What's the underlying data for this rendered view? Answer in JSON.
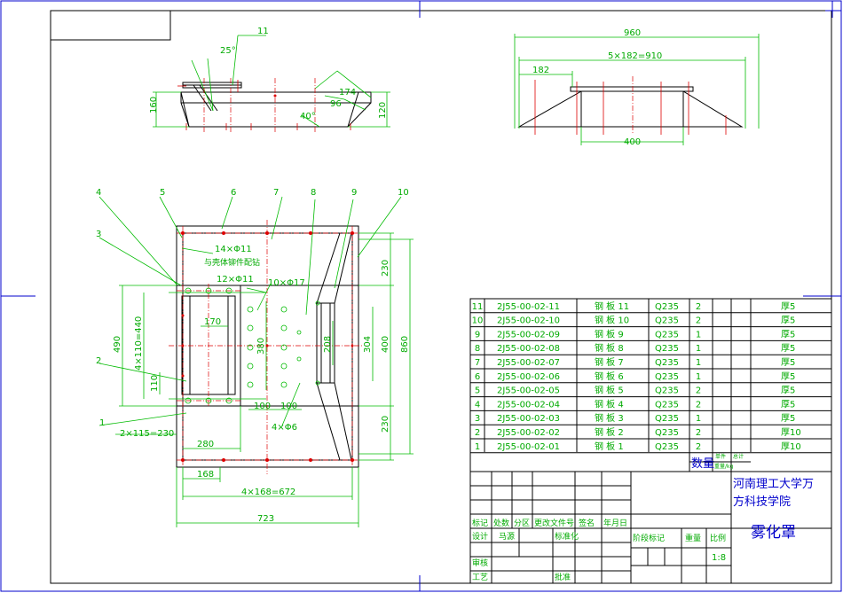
{
  "colors": {
    "frame": "#0000cc",
    "dim": "#00bb00",
    "center": "#dd0000",
    "outline": "#000000",
    "text": "#00aa00"
  },
  "top_left_view": {
    "angle": "25°",
    "leader": "11",
    "height": "160",
    "right_height": "120",
    "d174": "174",
    "d96": "96",
    "angle2": "40°"
  },
  "top_right_view": {
    "overall": "960",
    "pitch": "5×182=910",
    "first": "182",
    "bottom": "400"
  },
  "main_view": {
    "leaders": [
      "1",
      "2",
      "3",
      "4",
      "5",
      "6",
      "7",
      "8",
      "9",
      "10"
    ],
    "note_holes": "14×Φ11",
    "note_match": "与壳体铆件配钻",
    "holes12": "12×Φ11",
    "holes10": "10×Φ17",
    "holes4": "4×Φ6",
    "d170": "170",
    "d380": "380",
    "d100a": "100",
    "d100b": "100",
    "d490": "490",
    "d4x110": "4×110=440",
    "d110": "110",
    "d2x115": "2×115=230",
    "d280": "280",
    "d168": "168",
    "d4x168": "4×168=672",
    "d723": "723",
    "d230top": "230",
    "d230bot": "230",
    "d860": "860",
    "d400": "400",
    "d304": "304",
    "d208": "208"
  },
  "bom": {
    "rows": [
      {
        "no": "11",
        "code": "2J55-00-02-11",
        "name": "钢 板 11",
        "mat": "Q235",
        "qty": "2",
        "note": "厚5"
      },
      {
        "no": "10",
        "code": "2J55-00-02-10",
        "name": "钢 板 10",
        "mat": "Q235",
        "qty": "2",
        "note": "厚5"
      },
      {
        "no": "9",
        "code": "2J55-00-02-09",
        "name": "钢 板 9",
        "mat": "Q235",
        "qty": "1",
        "note": "厚5"
      },
      {
        "no": "8",
        "code": "2J55-00-02-08",
        "name": "钢 板 8",
        "mat": "Q235",
        "qty": "1",
        "note": "厚5"
      },
      {
        "no": "7",
        "code": "2J55-00-02-07",
        "name": "钢 板 7",
        "mat": "Q235",
        "qty": "1",
        "note": "厚5"
      },
      {
        "no": "6",
        "code": "2J55-00-02-06",
        "name": "钢 板 6",
        "mat": "Q235",
        "qty": "1",
        "note": "厚5"
      },
      {
        "no": "5",
        "code": "2J55-00-02-05",
        "name": "钢 板 5",
        "mat": "Q235",
        "qty": "2",
        "note": "厚5"
      },
      {
        "no": "4",
        "code": "2J55-00-02-04",
        "name": "钢 板 4",
        "mat": "Q235",
        "qty": "2",
        "note": "厚5"
      },
      {
        "no": "3",
        "code": "2J55-00-02-03",
        "name": "钢 板 3",
        "mat": "Q235",
        "qty": "1",
        "note": "厚5"
      },
      {
        "no": "2",
        "code": "2J55-00-02-02",
        "name": "钢 板 2",
        "mat": "Q235",
        "qty": "2",
        "note": "厚10"
      },
      {
        "no": "1",
        "code": "2J55-00-02-01",
        "name": "钢 板 1",
        "mat": "Q235",
        "qty": "2",
        "note": "厚10"
      }
    ],
    "qty_label": "数量",
    "unit_label": "单件",
    "total_label": "总计",
    "weight_label": "重量/kg"
  },
  "title_block": {
    "school_line1": "河南理工大学万",
    "school_line2": "方科技学院",
    "drawing_name": "雾化罩",
    "h_mark": "标记",
    "h_count": "处数",
    "h_zone": "分区",
    "h_doc": "更改文件号",
    "h_sign": "签名",
    "h_date": "年月日",
    "designer": "设计",
    "designer_name": "马源",
    "standard": "标准化",
    "stage": "阶段标记",
    "weight": "重量",
    "scale": "比例",
    "scale_val": "1:8",
    "review": "审核",
    "process": "工艺",
    "approve": "批准"
  }
}
